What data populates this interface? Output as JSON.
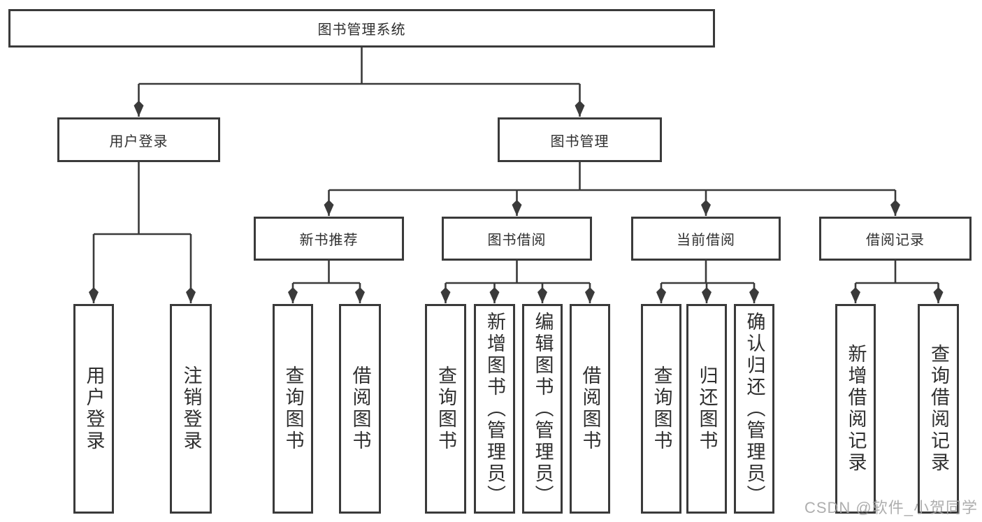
{
  "diagram": {
    "root": {
      "label": "图书管理系统"
    },
    "branches": [
      {
        "label": "用户登录",
        "children": [
          {
            "label": "用户登录"
          },
          {
            "label": "注销登录"
          }
        ]
      },
      {
        "label": "图书管理",
        "children": [
          {
            "label": "新书推荐",
            "children": [
              {
                "label": "查询图书"
              },
              {
                "label": "借阅图书"
              }
            ]
          },
          {
            "label": "图书借阅",
            "children": [
              {
                "label": "查询图书"
              },
              {
                "label": "新增图书（管理员）"
              },
              {
                "label": "编辑图书（管理员）"
              },
              {
                "label": "借阅图书"
              }
            ]
          },
          {
            "label": "当前借阅",
            "children": [
              {
                "label": "查询图书"
              },
              {
                "label": "归还图书"
              },
              {
                "label": "确认归还（管理员）"
              }
            ]
          },
          {
            "label": "借阅记录",
            "children": [
              {
                "label": "新增借阅记录"
              },
              {
                "label": "查询借阅记录"
              }
            ]
          }
        ]
      }
    ]
  },
  "watermark": {
    "text": "CSDN @软件_小贺同学"
  },
  "colors": {
    "line": "#3a3a3a",
    "text": "#2f2f2f",
    "watermark": "#a5a5a5",
    "background": "#ffffff"
  }
}
